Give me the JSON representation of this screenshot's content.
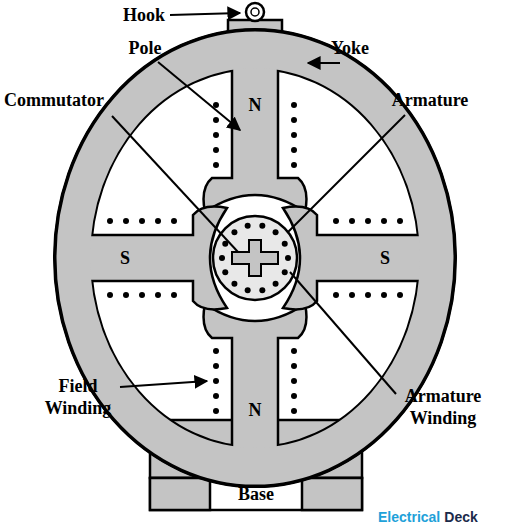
{
  "diagram": {
    "labels": [
      "Hook",
      "Pole",
      "Yoke",
      "Commutator",
      "Armature",
      "N",
      "S",
      "S",
      "Field Winding",
      "N",
      "Armature Winding",
      "Base",
      "Electrical",
      "Deck"
    ]
  }
}
